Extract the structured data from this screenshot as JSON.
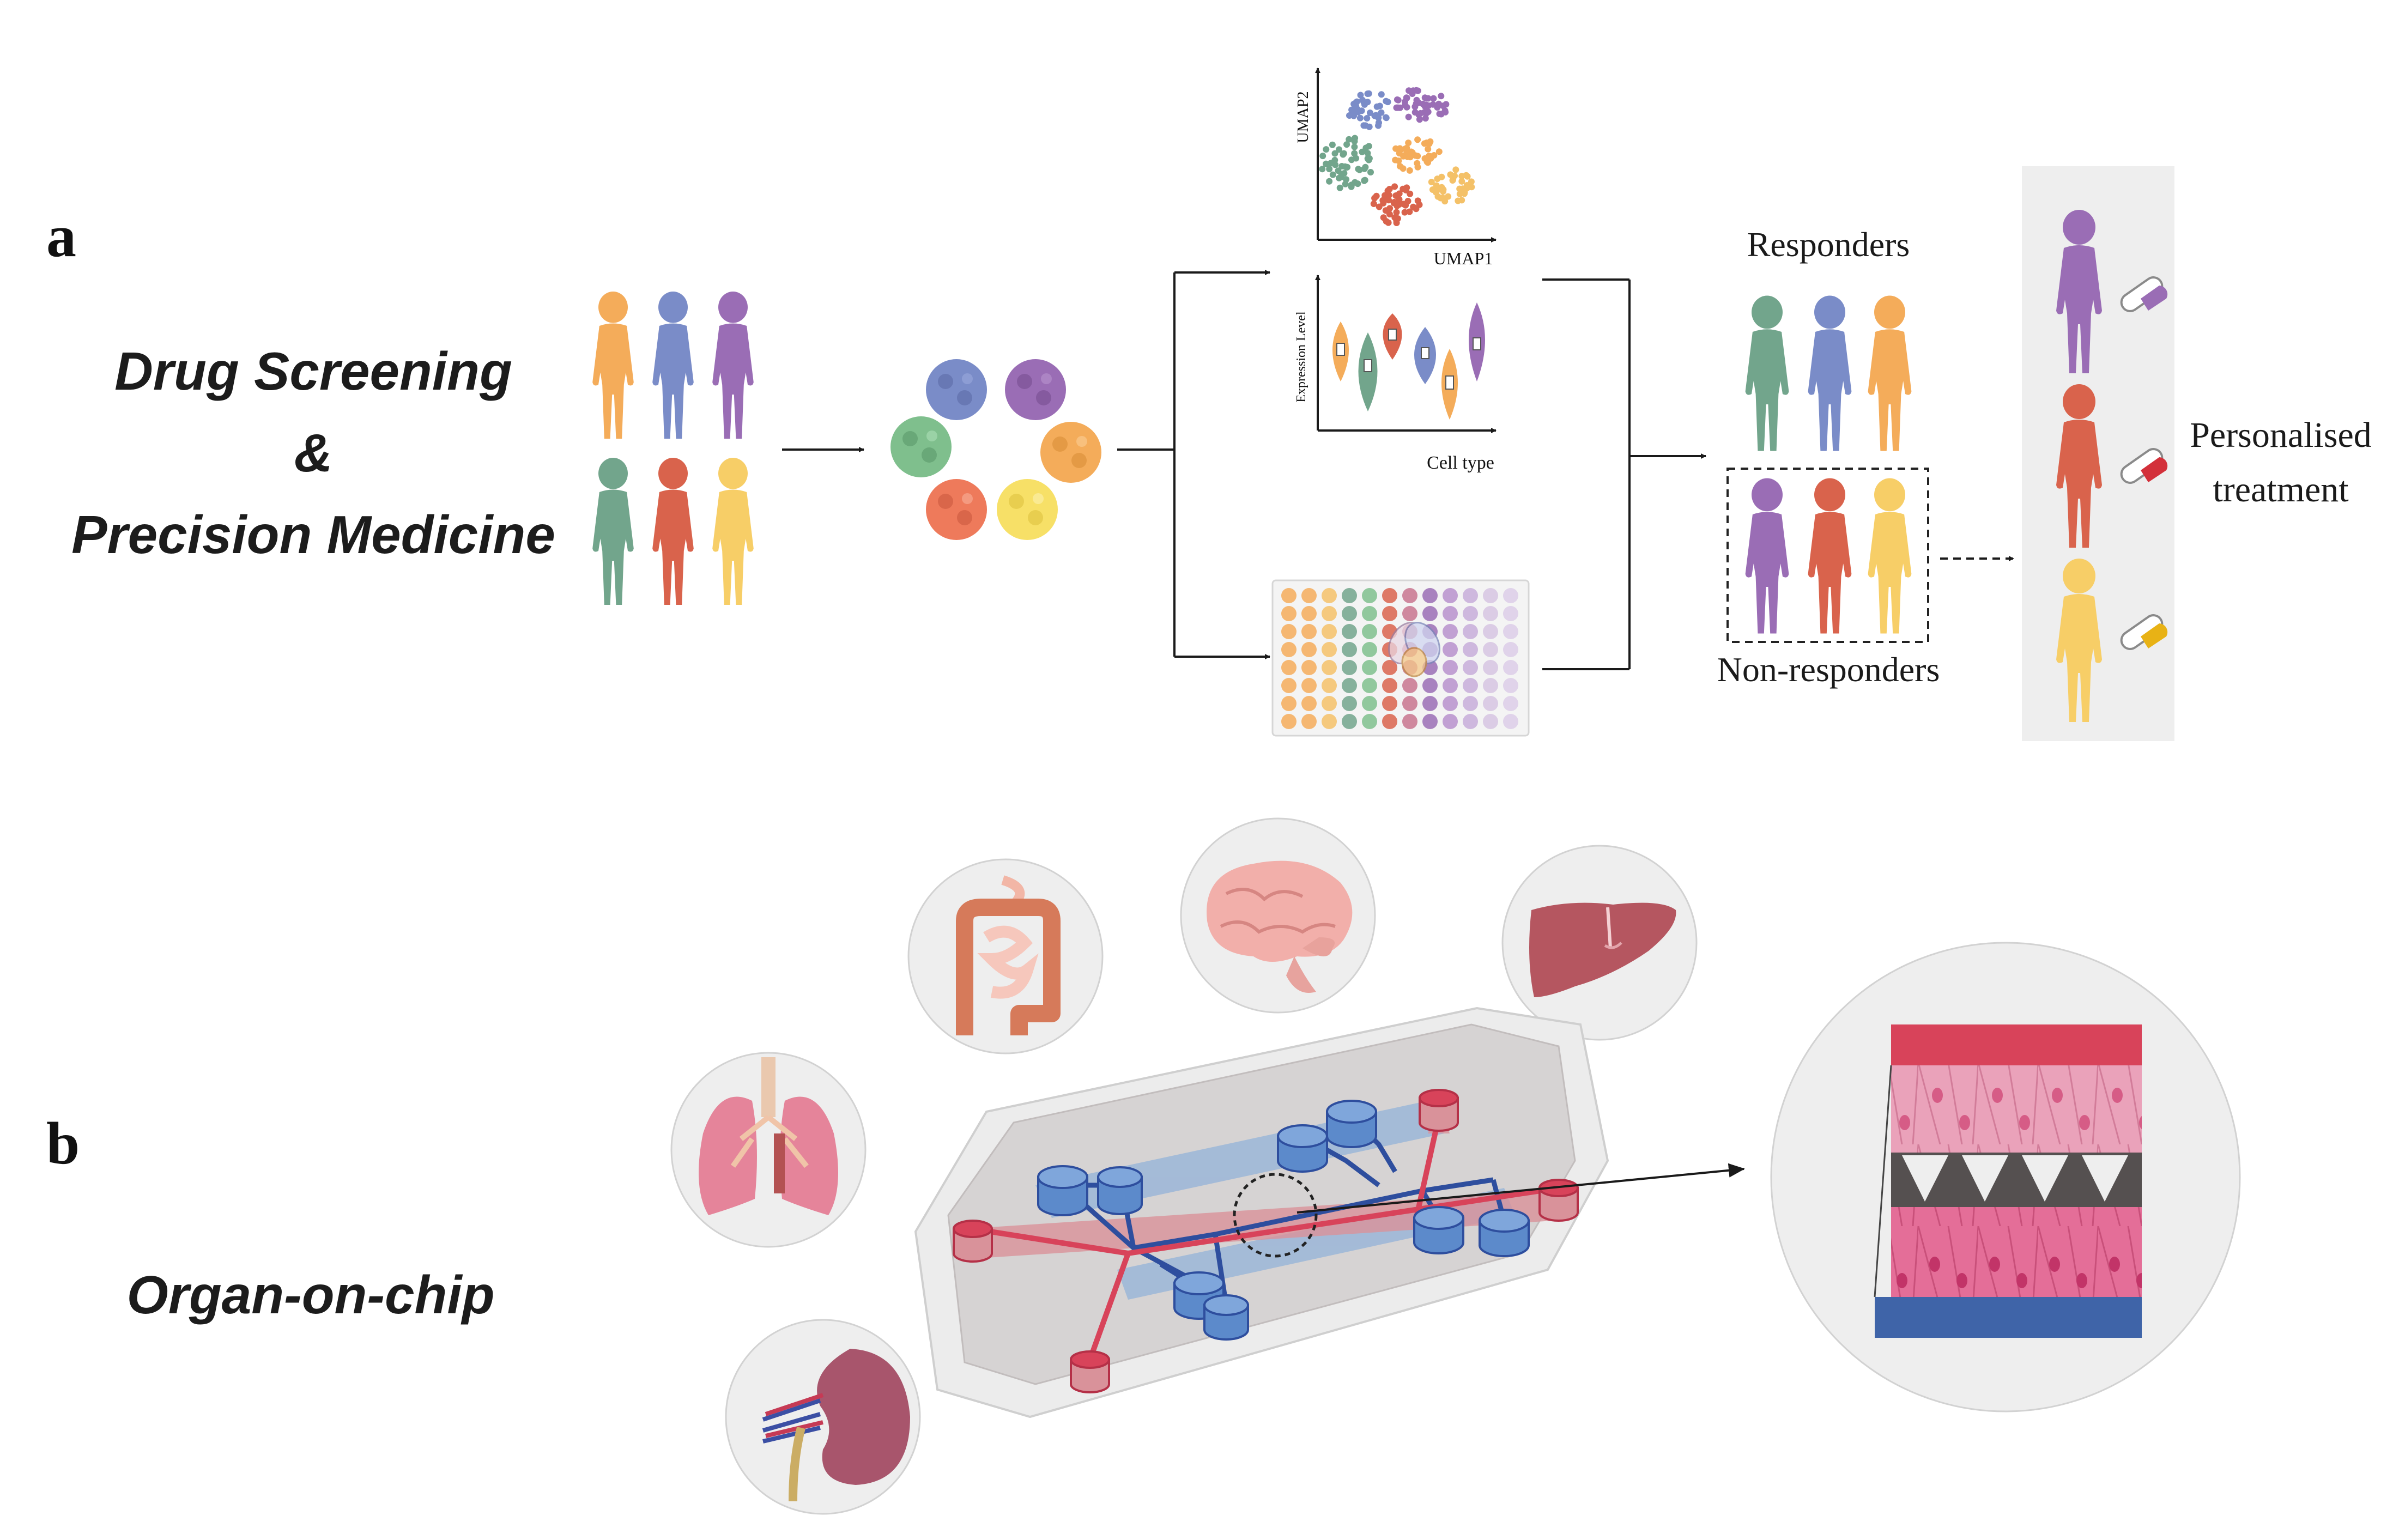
{
  "panel_a": {
    "label": "a",
    "title_line1": "Drug Screening",
    "title_line2": "&",
    "title_line3": "Precision Medicine",
    "umap_ylabel": "UMAP2",
    "umap_xlabel": "UMAP1",
    "violin_ylabel": "Expression Level",
    "violin_xlabel": "Cell type",
    "responders_label": "Responders",
    "nonresponders_label": "Non-responders",
    "outcome_line1": "Personalised",
    "outcome_line2": "treatment"
  },
  "panel_b": {
    "label": "b",
    "title": "Organ-on-chip"
  },
  "colors": {
    "orange": "#F4AC5A",
    "blue": "#7A8CC8",
    "purple": "#9A6DB5",
    "green": "#72A58C",
    "red": "#D9634C",
    "yellow": "#F7CE67",
    "vessel_red": "#D8435A",
    "channel_blue": "#3F64A8"
  }
}
